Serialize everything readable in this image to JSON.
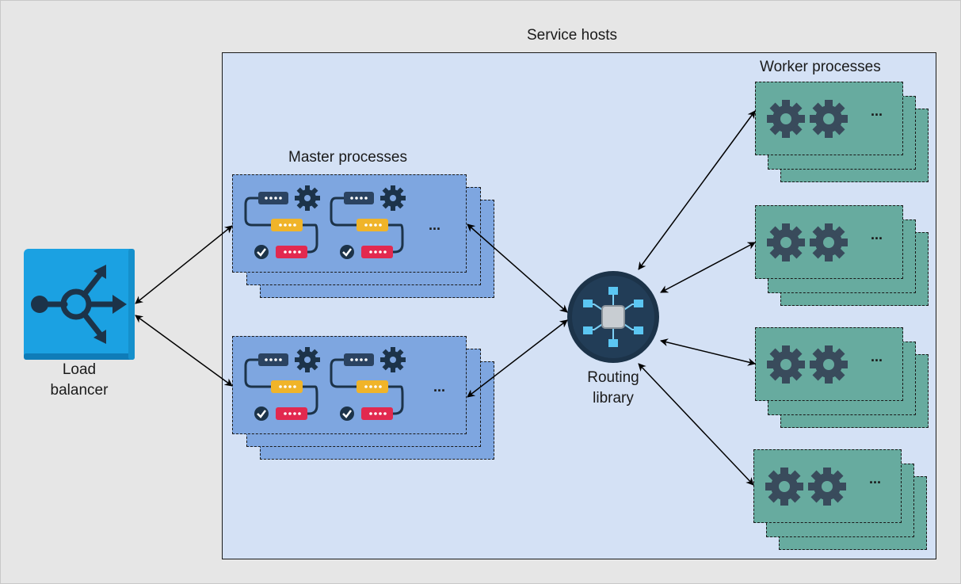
{
  "title": "Service hosts",
  "load_balancer": {
    "label_line1": "Load",
    "label_line2": "balancer"
  },
  "master_group": {
    "label": "Master processes",
    "ellipsis": "..."
  },
  "worker_group": {
    "label": "Worker processes",
    "ellipsis": "..."
  },
  "router": {
    "label_line1": "Routing",
    "label_line2": "library"
  },
  "colors": {
    "background": "#e6e6e6",
    "service_area": "#d4e1f5",
    "master_fill": "#7ea6e0",
    "worker_fill": "#67ab9f",
    "load_balancer_blue": "#1ba1e2",
    "router_dark": "#1c3349",
    "gear_color": "#394b5c",
    "pill_dark": "#2b4361",
    "pill_yellow": "#f0b429",
    "pill_red": "#e2294f"
  },
  "icons": {
    "load_balancer": "load-balancer-icon",
    "router": "routing-chip-icon",
    "gear": "gear-icon",
    "workflow": "workflow-icon",
    "check": "check-icon"
  }
}
